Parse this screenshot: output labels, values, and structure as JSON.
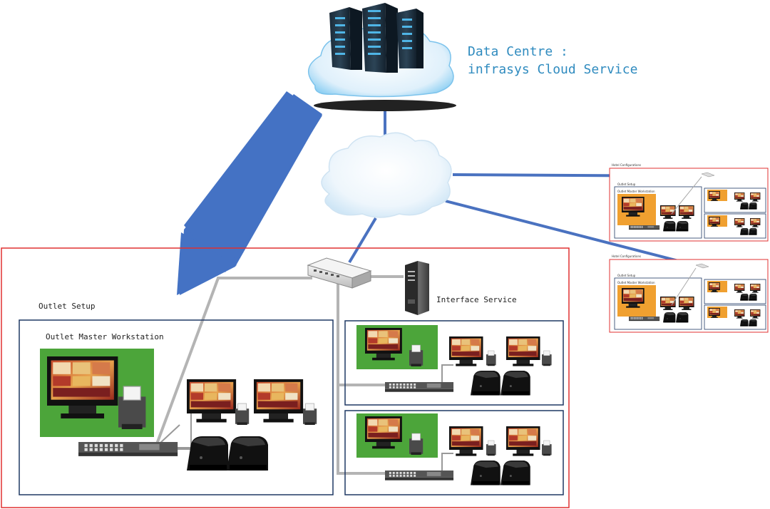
{
  "data_centre": {
    "line1": "Data Centre :",
    "line2": "infrasys Cloud Service"
  },
  "labels": {
    "interface_service": "Interface Service",
    "outlet_setup": "Outlet Setup",
    "outlet_master": "Outlet Master Workstation"
  },
  "mini_hotels": [
    {
      "title": "Hotel Configurations",
      "outlet": "Outlet Setup",
      "master": "Outlet Master Workstation"
    },
    {
      "title": "Hotel Configurations",
      "outlet": "Outlet Setup",
      "master": "Outlet Master Workstation"
    }
  ],
  "colors": {
    "red_border": "#e03030",
    "navy_border": "#1f3864",
    "arrow_blue": "#4472c4",
    "link_blue": "#4a72c0",
    "cable_gray": "#b4b4b4",
    "green_panel": "#4ca53a"
  }
}
